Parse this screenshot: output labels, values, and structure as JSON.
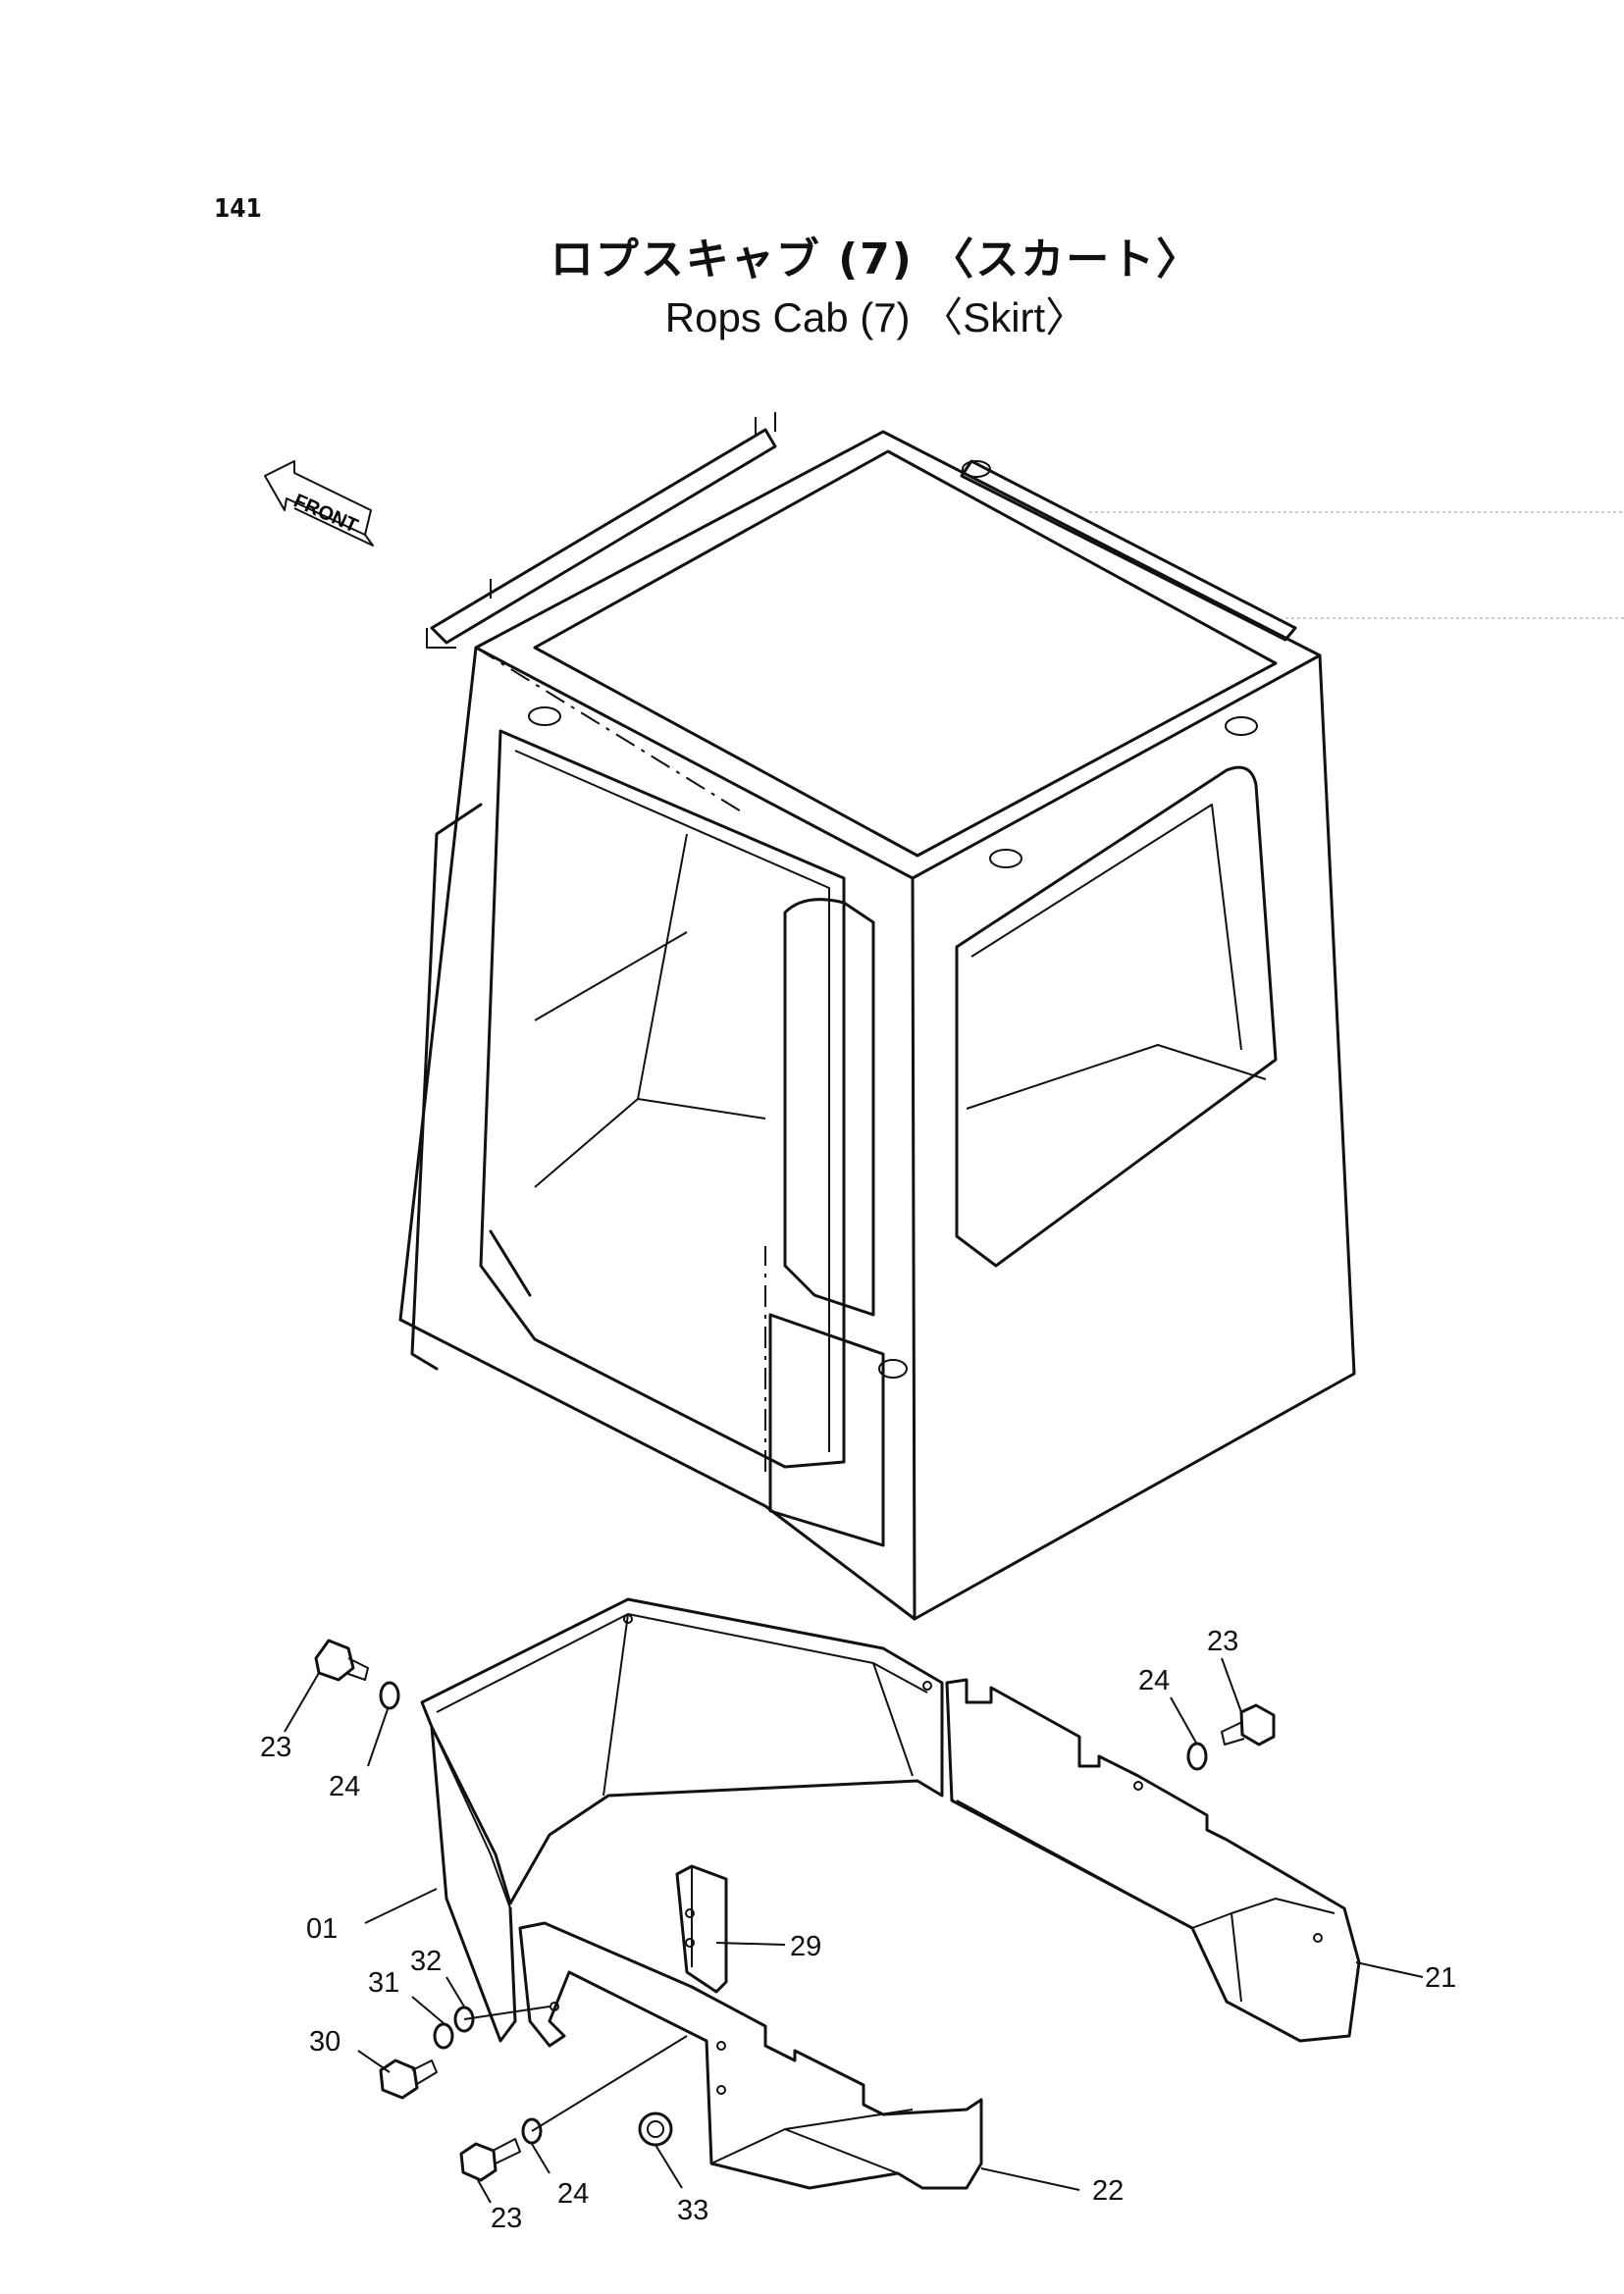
{
  "page": {
    "number": "141",
    "title_jp": "ロプスキャブ (7) 〈スカート〉",
    "title_en": "Rops Cab (7) 〈Skirt〉"
  },
  "front_arrow": {
    "label": "FRONT",
    "icon": "front-arrow-icon"
  },
  "callouts": [
    {
      "id": "c-23a",
      "text": "23"
    },
    {
      "id": "c-24a",
      "text": "24"
    },
    {
      "id": "c-23b",
      "text": "23"
    },
    {
      "id": "c-24b",
      "text": "24"
    },
    {
      "id": "c-01",
      "text": "01"
    },
    {
      "id": "c-29",
      "text": "29"
    },
    {
      "id": "c-21",
      "text": "21"
    },
    {
      "id": "c-32",
      "text": "32"
    },
    {
      "id": "c-31",
      "text": "31"
    },
    {
      "id": "c-30",
      "text": "30"
    },
    {
      "id": "c-24c",
      "text": "24"
    },
    {
      "id": "c-33",
      "text": "33"
    },
    {
      "id": "c-23c",
      "text": "23"
    },
    {
      "id": "c-22",
      "text": "22"
    }
  ]
}
